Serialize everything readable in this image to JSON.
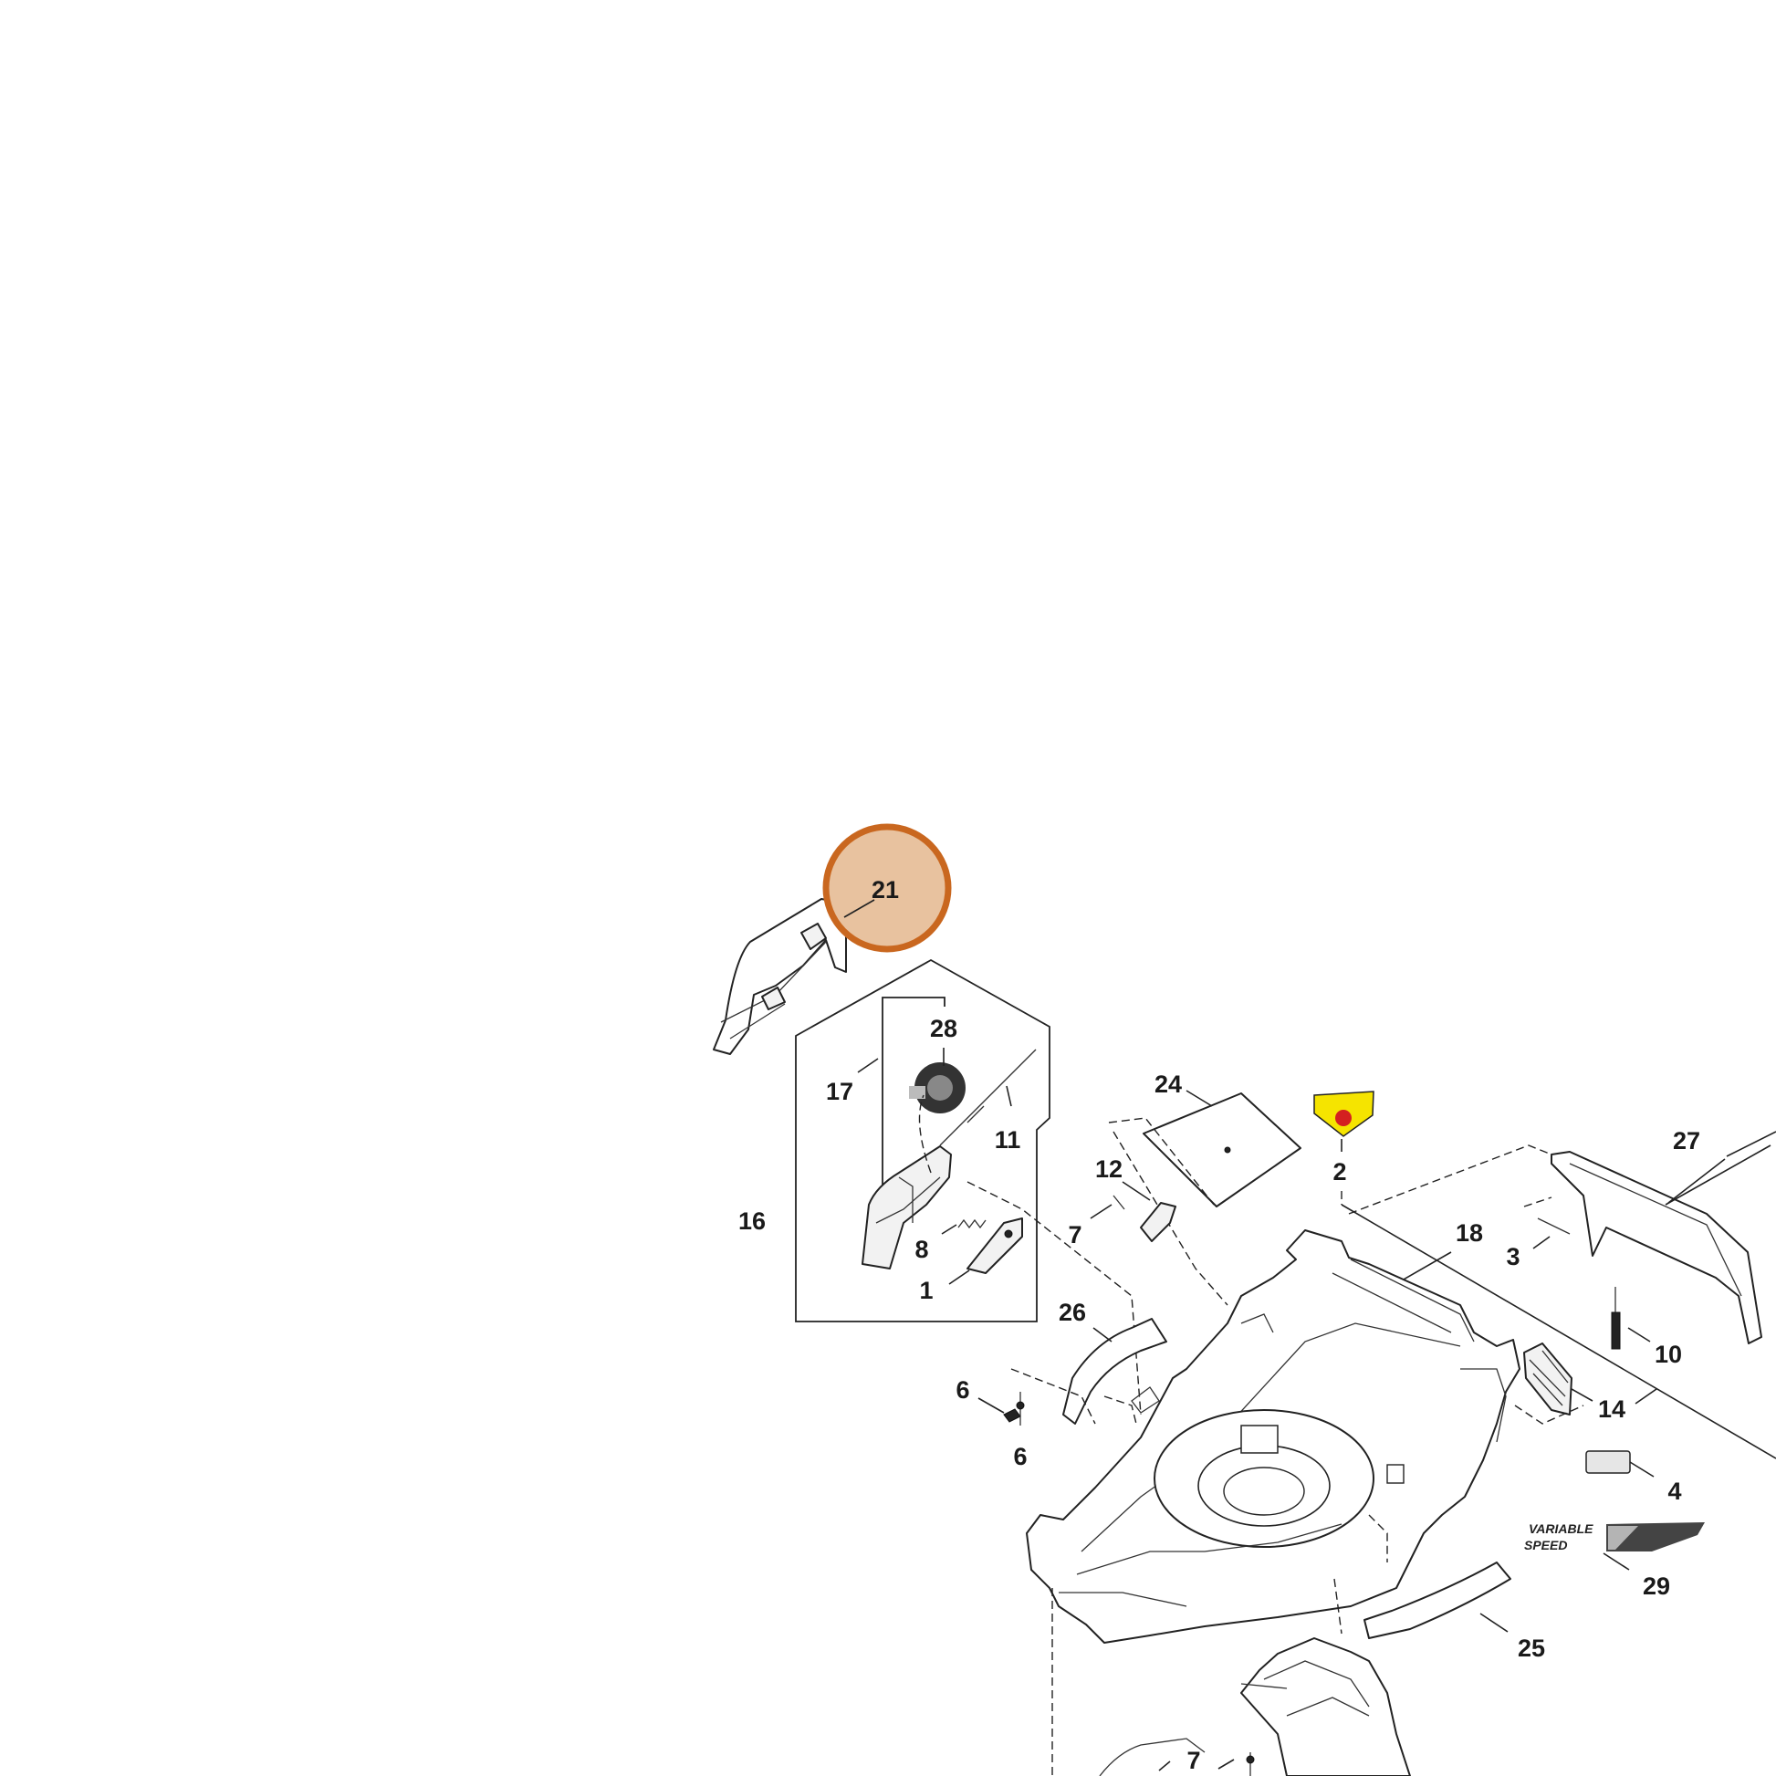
{
  "highlight": {
    "label": "21",
    "fill": "#E8C29F",
    "stroke": "#C9671F"
  },
  "callouts": {
    "c1": "1",
    "c2": "2",
    "c3": "3",
    "c4": "4",
    "c6a": "6",
    "c6b": "6",
    "c7a": "7",
    "c7b": "7",
    "c8": "8",
    "c10": "10",
    "c11": "11",
    "c12": "12",
    "c14": "14",
    "c16": "16",
    "c17": "17",
    "c18": "18",
    "c24": "24",
    "c25": "25",
    "c26": "26",
    "c27": "27",
    "c28": "28",
    "c29": "29"
  },
  "decal": {
    "line1": "VARIABLE",
    "line2": "SPEED"
  },
  "warning_label": {
    "color": "#F5E400",
    "symbol_color": "#D42020"
  }
}
